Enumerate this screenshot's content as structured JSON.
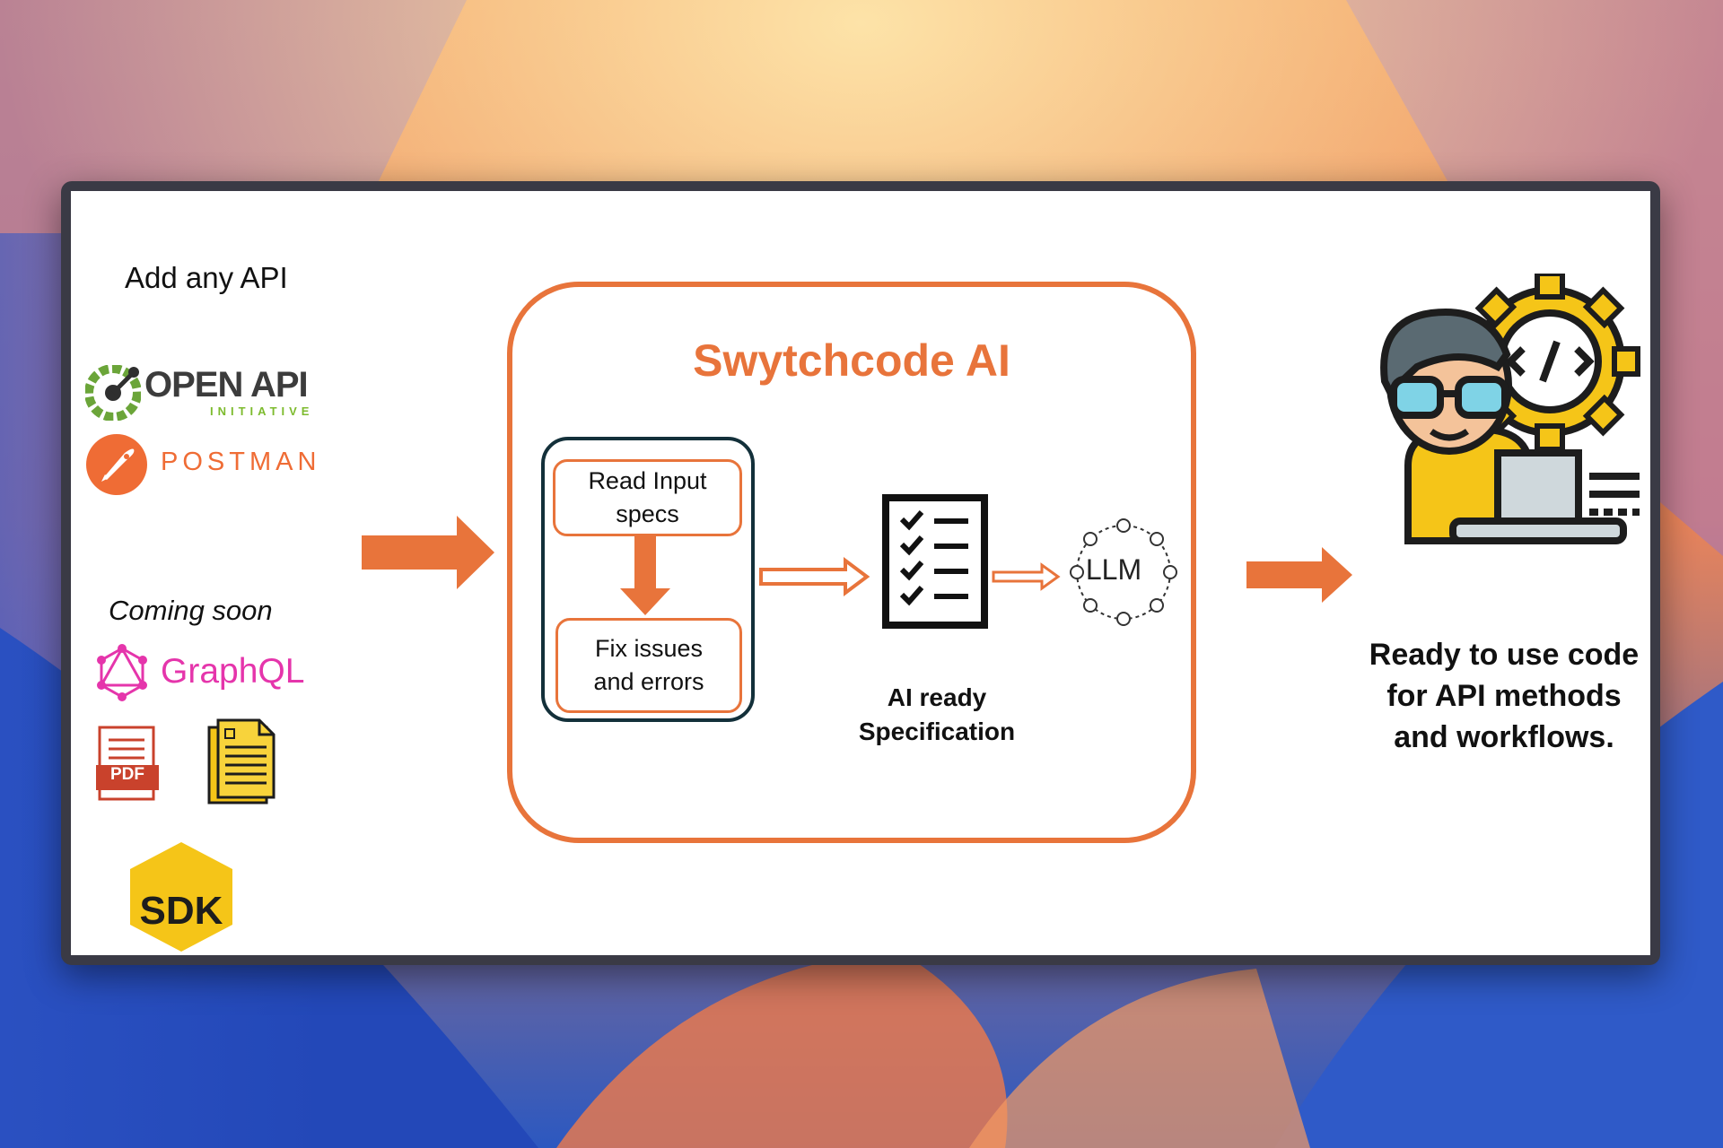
{
  "diagram": {
    "input_heading": "Add any API",
    "coming_soon_heading": "Coming soon",
    "sources": {
      "openapi": {
        "name": "OPEN API",
        "subtitle": "INITIATIVE",
        "icon": "openapi-logo-icon"
      },
      "postman": {
        "name": "POSTMAN",
        "icon": "postman-rocket-icon"
      },
      "graphql": {
        "name": "GraphQL",
        "icon": "graphql-logo-icon"
      },
      "pdf": {
        "name": "PDF",
        "icon": "pdf-file-icon"
      },
      "document": {
        "icon": "text-document-icon"
      },
      "sdk": {
        "name": "SDK",
        "icon": "sdk-hexagon-icon"
      }
    },
    "processor": {
      "title": "Swytchcode AI",
      "steps": [
        {
          "label": "Read Input\nspecs"
        },
        {
          "label": "Fix issues\nand errors"
        }
      ],
      "spec_label": "AI ready\nSpecification",
      "llm_label": "LLM"
    },
    "output": {
      "label": "Ready to use code\nfor API methods\nand workflows.",
      "icon": "developer-with-gear-icon"
    }
  },
  "colors": {
    "accent": "#e8743b",
    "frame": "#13303a",
    "graphql": "#e535ab",
    "openapi_green": "#7dbb2e",
    "sdk_yellow": "#f5c518"
  }
}
